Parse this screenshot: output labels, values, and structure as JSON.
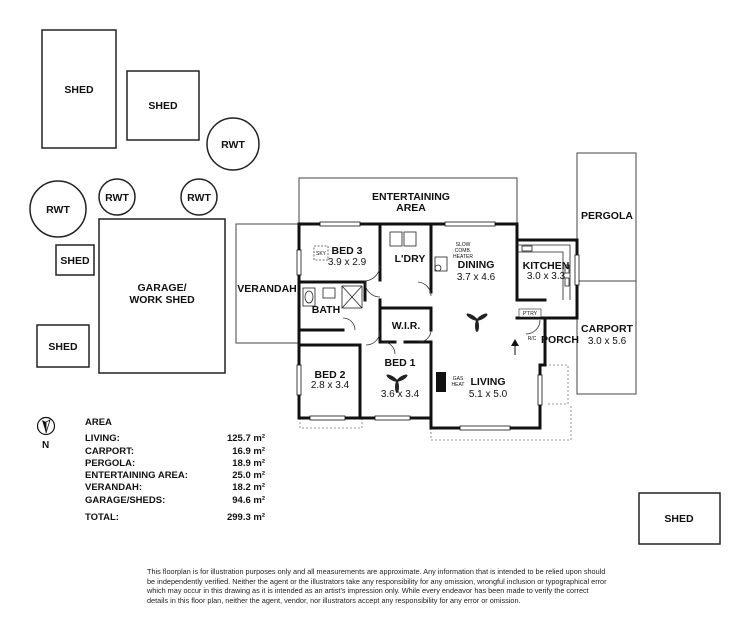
{
  "rooms": {
    "shed_top_left": "SHED",
    "shed_top_mid": "SHED",
    "rwt_top": "RWT",
    "rwt_left_big": "RWT",
    "rwt_left_small": "RWT",
    "rwt_mid_small": "RWT",
    "shed_small": "SHED",
    "shed_bottom_left": "SHED",
    "garage": [
      "GARAGE/",
      "WORK SHED"
    ],
    "verandah": "VERANDAH",
    "entertaining": [
      "ENTERTAINING",
      "AREA"
    ],
    "bed3": {
      "name": "BED 3",
      "size": "3.9 x 2.9"
    },
    "ldry": "L'DRY",
    "dining": {
      "name": "DINING",
      "size": "3.7 x 4.6"
    },
    "kitchen": {
      "name": "KITCHEN",
      "size": "3.0 x 3.3"
    },
    "pergola": "PERGOLA",
    "bath": "BATH",
    "wir": "W.I.R.",
    "carport": {
      "name": "CARPORT",
      "size": "3.0 x 5.6"
    },
    "porch": "PORCH",
    "bed2": {
      "name": "BED 2",
      "size": "2.8 x 3.4"
    },
    "bed1": {
      "name": "BED 1",
      "size": "3.6 x 3.4"
    },
    "living": {
      "name": "LIVING",
      "size": "5.1 x 5.0"
    },
    "shed_right": "SHED"
  },
  "fixtures": {
    "sky": "SKY",
    "slow_comb_heater": [
      "SLOW",
      "COMB.",
      "HEATER"
    ],
    "gas_heat": [
      "GAS",
      "HEAT"
    ],
    "ptry": "P'TRY",
    "ref": "R/C"
  },
  "compass_label": "N",
  "area": {
    "title": "AREA",
    "rows": [
      {
        "label": "LIVING:",
        "value": "125.7 m²"
      },
      {
        "label": "CARPORT:",
        "value": "16.9 m²"
      },
      {
        "label": "PERGOLA:",
        "value": "18.9 m²"
      },
      {
        "label": "ENTERTAINING AREA:",
        "value": "25.0 m²"
      },
      {
        "label": "VERANDAH:",
        "value": "18.2 m²"
      },
      {
        "label": "GARAGE/SHEDS:",
        "value": "94.6 m²"
      }
    ],
    "total": {
      "label": "TOTAL:",
      "value": "299.3 m²"
    }
  },
  "disclaimer": "This floorplan is for illustration purposes only and all measurements are approximate. Any information that is intended to be relied upon should be independently verified. Neither the agent or the illustrators take any responsibility for any omission, wrongful inclusion or typographical error which may occur in this drawing as it is intended as an artist's impression only. While every endeavor has been made to verify the correct details in this floor plan, neither the agent, vendor, nor illustrators accept any responsibility for any error or omission."
}
